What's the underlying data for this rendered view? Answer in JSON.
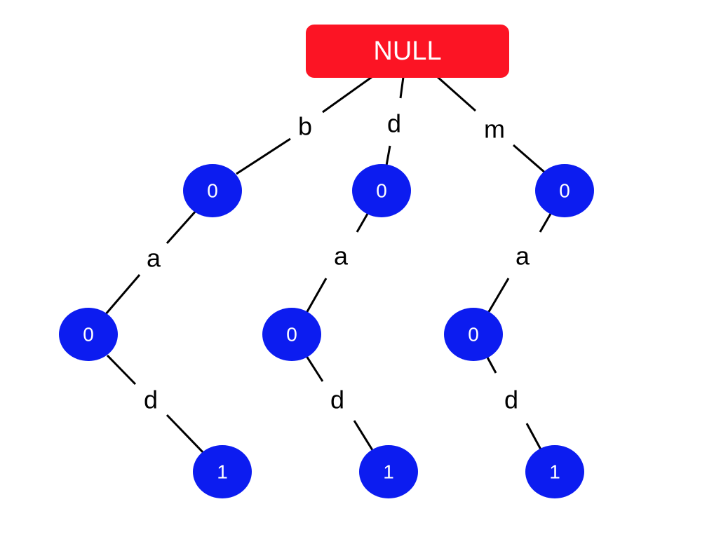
{
  "colors": {
    "root_fill": "#fc1424",
    "node_fill": "#0c1cf0",
    "node_text": "#ffffff",
    "edge": "#000000",
    "label": "#000000",
    "background": "#ffffff"
  },
  "root": {
    "label": "NULL"
  },
  "branches": [
    {
      "edge_label": "b",
      "level1": {
        "value": "0"
      },
      "edge2_label": "a",
      "level2": {
        "value": "0"
      },
      "edge3_label": "d",
      "level3": {
        "value": "1"
      }
    },
    {
      "edge_label": "d",
      "level1": {
        "value": "0"
      },
      "edge2_label": "a",
      "level2": {
        "value": "0"
      },
      "edge3_label": "d",
      "level3": {
        "value": "1"
      }
    },
    {
      "edge_label": "m",
      "level1": {
        "value": "0"
      },
      "edge2_label": "a",
      "level2": {
        "value": "0"
      },
      "edge3_label": "d",
      "level3": {
        "value": "1"
      }
    }
  ]
}
